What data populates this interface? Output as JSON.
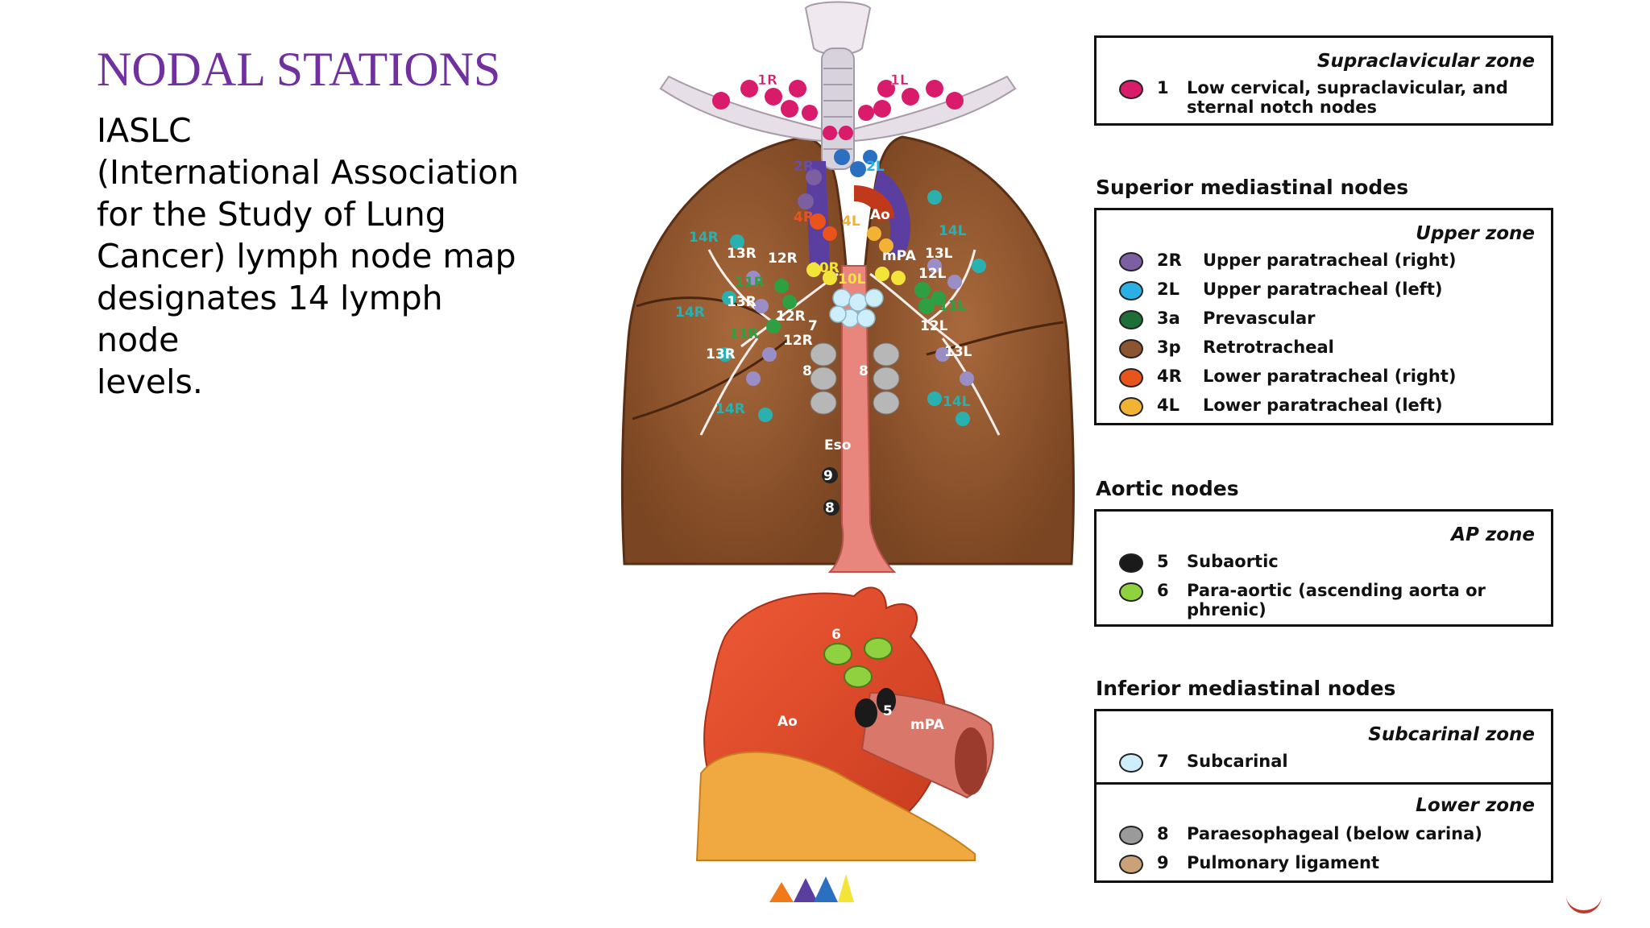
{
  "slide": {
    "title": "NODAL STATIONS",
    "body_lines": [
      "IASLC",
      "(International Association",
      "for the Study of Lung",
      "Cancer) lymph node map",
      "designates 14 lymph node",
      "levels."
    ]
  },
  "diagram_labels": {
    "n1R": "1R",
    "n1L": "1L",
    "n2R": "2R",
    "n2L": "2L",
    "n4R": "4R",
    "n4L": "4L",
    "ao_top": "Ao",
    "n14R_a": "14R",
    "n14L_a": "14L",
    "n13R_a": "13R",
    "n12R_a": "12R",
    "mPA_top": "mPA",
    "n13L_a": "13L",
    "n10R": "10R",
    "n10L": "10L",
    "n12L_a": "12L",
    "n11R_a": "11R",
    "n14R_b": "14R",
    "n13R_b": "13R",
    "n11L": "11L",
    "n12R_b": "12R",
    "n7": "7",
    "n12L_b": "12L",
    "n11R_b": "11R",
    "n12R_c": "12R",
    "n13R_c": "13R",
    "n13L_b": "13L",
    "n8_a": "8",
    "n8_b": "8",
    "n14R_c": "14R",
    "n14L_b": "14L",
    "eso": "Eso",
    "n9": "9",
    "n8_c": "8",
    "heart_6": "6",
    "heart_ao": "Ao",
    "heart_5": "5",
    "heart_mpa": "mPA"
  },
  "legend": {
    "supraclavicular": {
      "zone": "Supraclavicular zone",
      "items": [
        {
          "code": "1",
          "desc": "Low cervical, supraclavicular, and sternal notch nodes",
          "color": "#d81b6a"
        }
      ]
    },
    "superior": {
      "heading": "Superior mediastinal nodes",
      "zone": "Upper zone",
      "items": [
        {
          "code": "2R",
          "desc": "Upper paratracheal (right)",
          "color": "#7b5fa0"
        },
        {
          "code": "2L",
          "desc": "Upper paratracheal (left)",
          "color": "#2bb0e6"
        },
        {
          "code": "3a",
          "desc": "Prevascular",
          "color": "#1f6e3a"
        },
        {
          "code": "3p",
          "desc": "Retrotracheal",
          "color": "#8a5530"
        },
        {
          "code": "4R",
          "desc": "Lower paratracheal (right)",
          "color": "#e8541b"
        },
        {
          "code": "4L",
          "desc": "Lower paratracheal (left)",
          "color": "#f2b233"
        }
      ]
    },
    "aortic": {
      "heading": "Aortic nodes",
      "zone": "AP zone",
      "items": [
        {
          "code": "5",
          "desc": "Subaortic",
          "color": "#1a1a1a"
        },
        {
          "code": "6",
          "desc": "Para-aortic (ascending aorta or phrenic)",
          "color": "#8fd13f"
        }
      ]
    },
    "inferior": {
      "heading": "Inferior mediastinal nodes",
      "subcarinal_zone": "Subcarinal zone",
      "subcarinal_items": [
        {
          "code": "7",
          "desc": "Subcarinal",
          "color": "#cdeefa"
        }
      ],
      "lower_zone": "Lower zone",
      "lower_items": [
        {
          "code": "8",
          "desc": "Paraesophageal (below carina)",
          "color": "#9a9a9a"
        },
        {
          "code": "9",
          "desc": "Pulmonary ligament",
          "color": "#c9a27a"
        }
      ]
    }
  }
}
